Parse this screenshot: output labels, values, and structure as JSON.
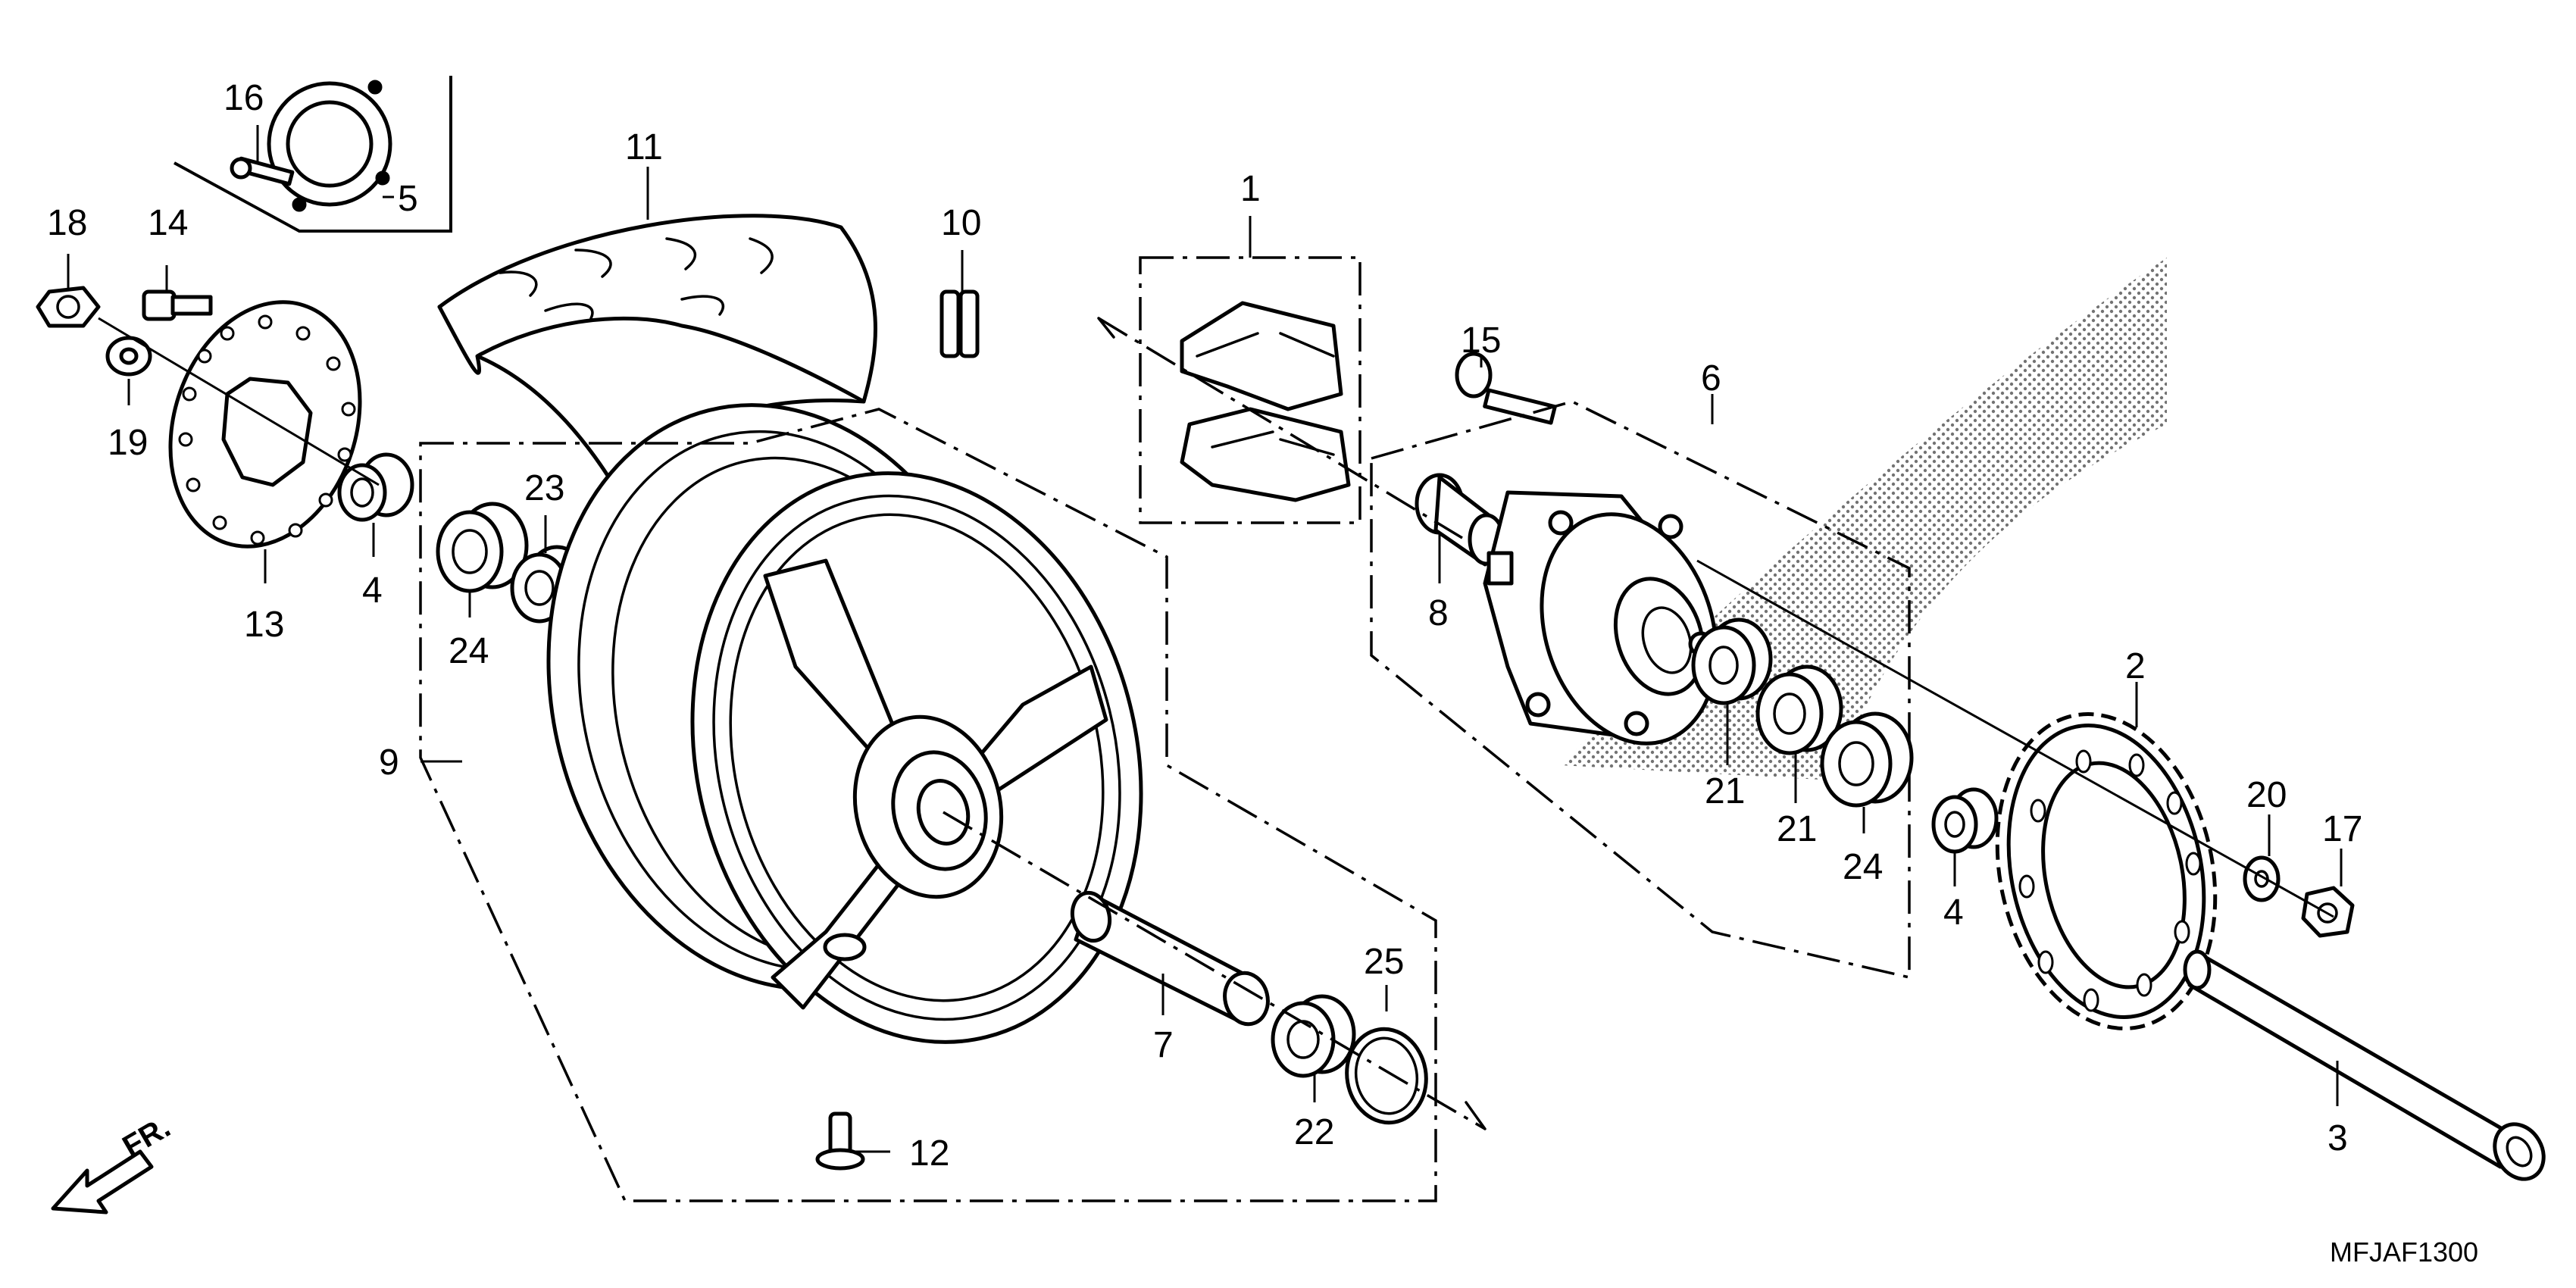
{
  "diagram": {
    "code": "MFJAF1300",
    "direction_label": "FR.",
    "callouts": {
      "c1": "1",
      "c2": "2",
      "c3": "3",
      "c4a": "4",
      "c4b": "4",
      "c5": "5",
      "c6": "6",
      "c7": "7",
      "c8": "8",
      "c9": "9",
      "c10": "10",
      "c11": "11",
      "c12": "12",
      "c13": "13",
      "c14": "14",
      "c15": "15",
      "c16": "16",
      "c17": "17",
      "c18": "18",
      "c19": "19",
      "c20": "20",
      "c21a": "21",
      "c21b": "21",
      "c22": "22",
      "c23": "23",
      "c24a": "24",
      "c24b": "24",
      "c25": "25"
    }
  }
}
